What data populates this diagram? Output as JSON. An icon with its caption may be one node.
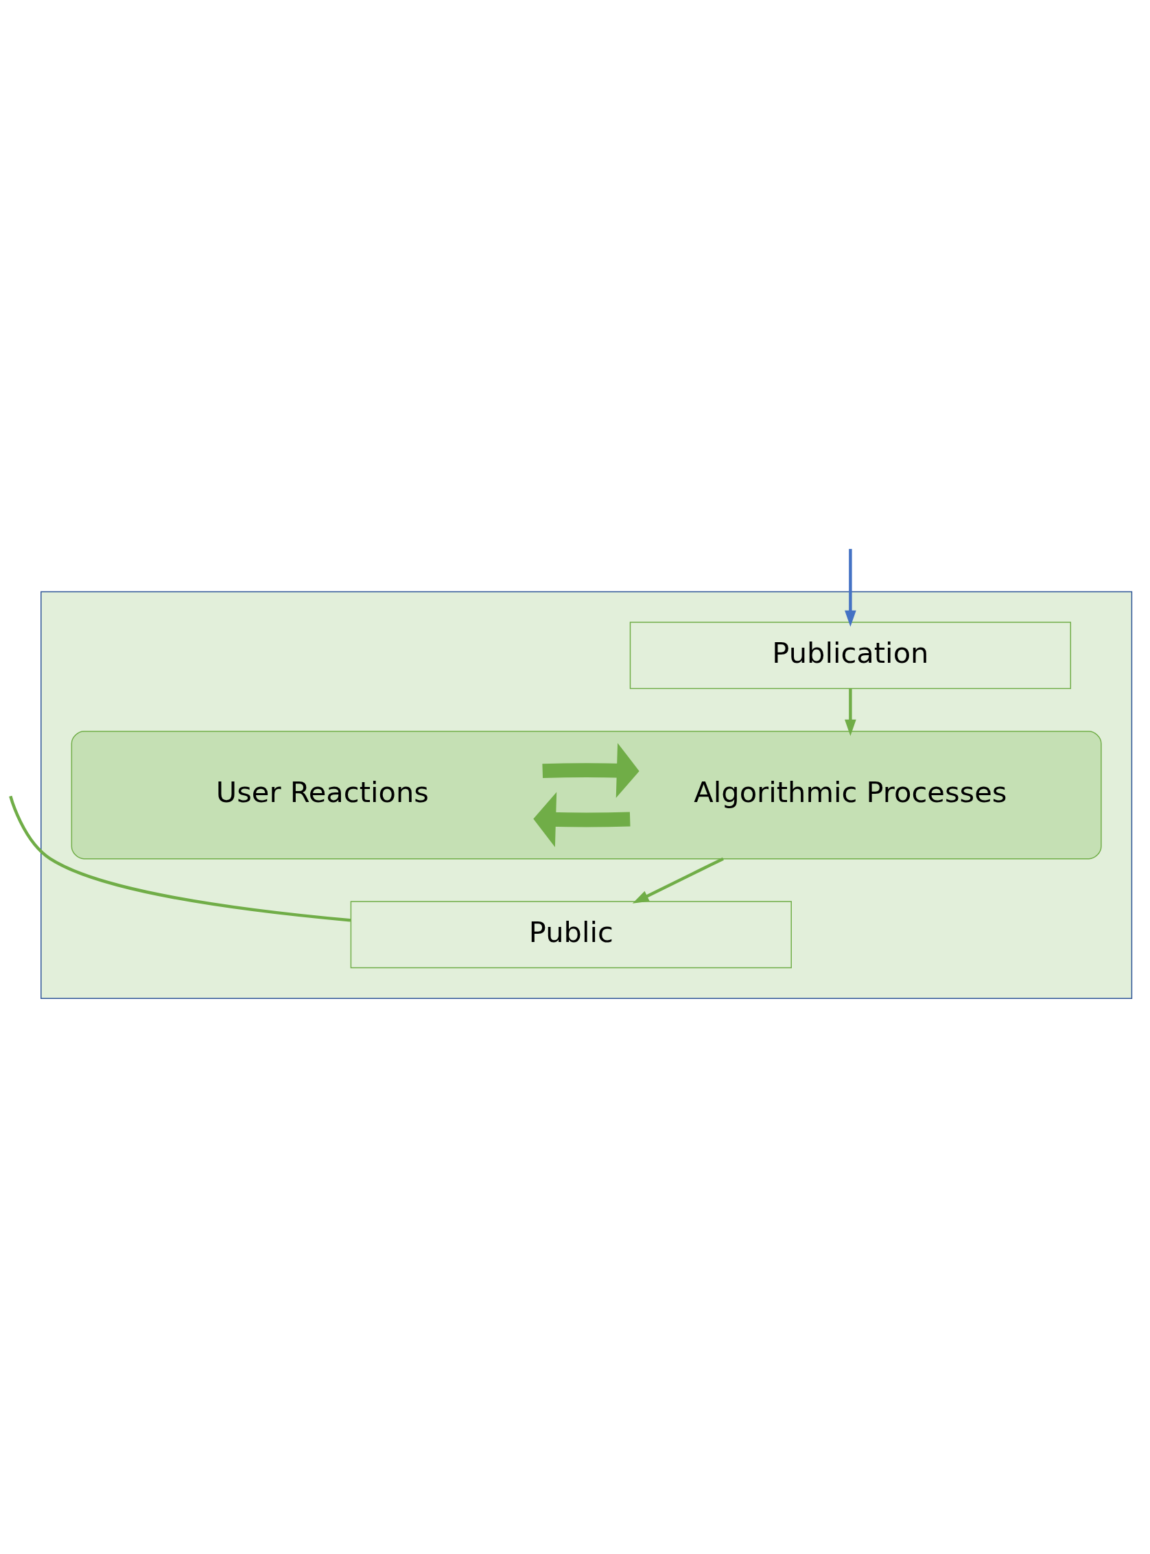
{
  "diagram": {
    "nodes": [
      {
        "text": [],
        "shape": "box"
      },
      {
        "text": [
          "Publication"
        ],
        "in": 0
      },
      {
        "text": [],
        "shape": "ellipse",
        "in": 0
      },
      {
        "text": [
          "Algorithmic Processes"
        ],
        "in": 2
      },
      {
        "text": [
          "User Reactions"
        ],
        "in": 2
      },
      {
        "text": [
          "Public"
        ],
        "in": 0
      }
    ],
    "edges": [
      {
        "from": null,
        "to": 1,
        "arrow": "to",
        "color": "#4472c4"
      },
      {
        "from": 1,
        "to": 2,
        "arrow": "to"
      },
      {
        "from": 3,
        "to": 4,
        "arrow": "to",
        "style": "thick"
      },
      {
        "from": 4,
        "to": 3,
        "arrow": "to",
        "style": "thick"
      },
      {
        "from": 2,
        "to": 5,
        "arrow": "to"
      },
      {
        "from": null,
        "to": 5,
        "arrow": "none"
      }
    ]
  }
}
